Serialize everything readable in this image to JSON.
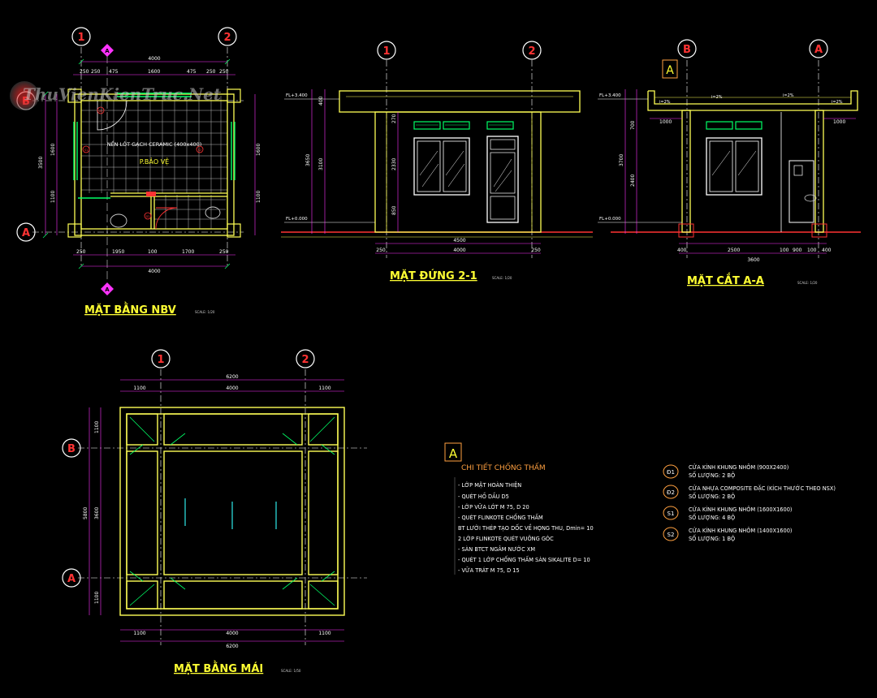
{
  "colors": {
    "bg": "#000000",
    "wall": "#ffff55",
    "dim": "#ff33ff",
    "grid": "#ffffff",
    "green": "#00ff66",
    "cyan": "#33ffff",
    "red": "#ff3333",
    "white": "#ffffff",
    "orange": "#ffa040",
    "title": "#ffff33"
  },
  "watermark": {
    "text": "ThuVienKienTruc.Net",
    "sub": ""
  },
  "plan": {
    "title": "MẶT BẰNG NBV",
    "scale": "SCALE: 1/20",
    "axis1": "1",
    "axis2": "2",
    "axisA": "A",
    "axisB": "B",
    "section": "A",
    "dim_top_total": "4000",
    "dim_top_parts": [
      "250",
      "250",
      "475",
      "1600",
      "475",
      "250",
      "250"
    ],
    "dim_bottom_parts": [
      "250",
      "1950",
      "100",
      "1700",
      "250"
    ],
    "dim_bottom_total": "4000",
    "dim_left": [
      "3500",
      "1600",
      "1100"
    ],
    "dim_right": [
      "1600",
      "1100"
    ],
    "floor_note": "NỀN LÓT GẠCH CERAMIC (400x400)",
    "room": "P.BẢO VỆ",
    "door1": "D1",
    "door2": "D2",
    "win": "S1",
    "win2": "S2"
  },
  "elev": {
    "title": "MẶT ĐỨNG 2-1",
    "scale": "SCALE: 1/20",
    "axis1": "1",
    "axis2": "2",
    "fl_top": "FL+3.400",
    "fl_zero": "FL+0.000",
    "dims_left": [
      "3650",
      "3100",
      "400"
    ],
    "dims_inner": [
      "270",
      "2330",
      "850"
    ],
    "dim_bottom_total": "4500",
    "dim_bottom_parts": [
      "250",
      "4000",
      "250"
    ]
  },
  "section": {
    "title": "MẶT CẮT A-A",
    "scale": "SCALE: 1/20",
    "axisB": "B",
    "axisA": "A",
    "tag": "A",
    "fl_top": "FL+3.400",
    "fl_zero": "FL+0.000",
    "slope": "i=2%",
    "dims_left": [
      "3700",
      "2400",
      "700"
    ],
    "dim_top_left": "1000",
    "dim_top_right": "1000",
    "dim_bottom_total": "3600",
    "dim_bottom_parts": [
      "400",
      "2500",
      "100",
      "900",
      "100",
      "400"
    ]
  },
  "roof": {
    "title": "MẶT BẰNG MÁI",
    "scale": "SCALE: 1/50",
    "axis1": "1",
    "axis2": "2",
    "axisA": "A",
    "axisB": "B",
    "dim_top_total": "6200",
    "dim_top_parts": [
      "1100",
      "4000",
      "1100"
    ],
    "dim_bottom_parts": [
      "1100",
      "4000",
      "1100"
    ],
    "dim_bottom_total": "6200",
    "dim_left_total": "5800",
    "dim_left_parts": [
      "1100",
      "3600",
      "1100"
    ]
  },
  "detail": {
    "tag": "A",
    "title": "CHI TIẾT CHỐNG THẤM",
    "items": [
      "- LỚP MẶT HOÀN THIỆN",
      "- QUÉT HỒ DẦU D5",
      "- LỚP VỮA LÓT M 75, D 20",
      "- QUÉT FLINKOTE CHỐNG THẤM",
      "BT LƯỚI THÉP TẠO DỐC VỀ HỌNG THU, Dmin= 10",
      "2 LỚP FLINKOTE QUÉT VUÔNG GÓC",
      "- SÀN BTCT NGÂM NƯỚC XM",
      "- QUÉT 1 LỚP CHỐNG THẤM SÀN SIKALITE D= 10",
      "- VỮA TRÁT M 75, D 15"
    ]
  },
  "legend": [
    {
      "code": "Đ1",
      "name": "CỬA KÍNH KHUNG NHÔM (900X2400)",
      "qty": "SỐ LƯỢNG: 2 BỘ"
    },
    {
      "code": "Đ2",
      "name": "CỬA NHỰA COMPOSITE ĐẶC (KÍCH THƯỚC THEO NSX)",
      "qty": "SỐ LƯỢNG: 2 BỘ"
    },
    {
      "code": "S1",
      "name": "CỬA KÍNH KHUNG NHÔM (1600X1600)",
      "qty": "SỐ LƯỢNG: 4 BỘ"
    },
    {
      "code": "S2",
      "name": "CỬA KÍNH KHUNG NHÔM (1400X1600)",
      "qty": "SỐ LƯỢNG: 1 BỘ"
    }
  ]
}
